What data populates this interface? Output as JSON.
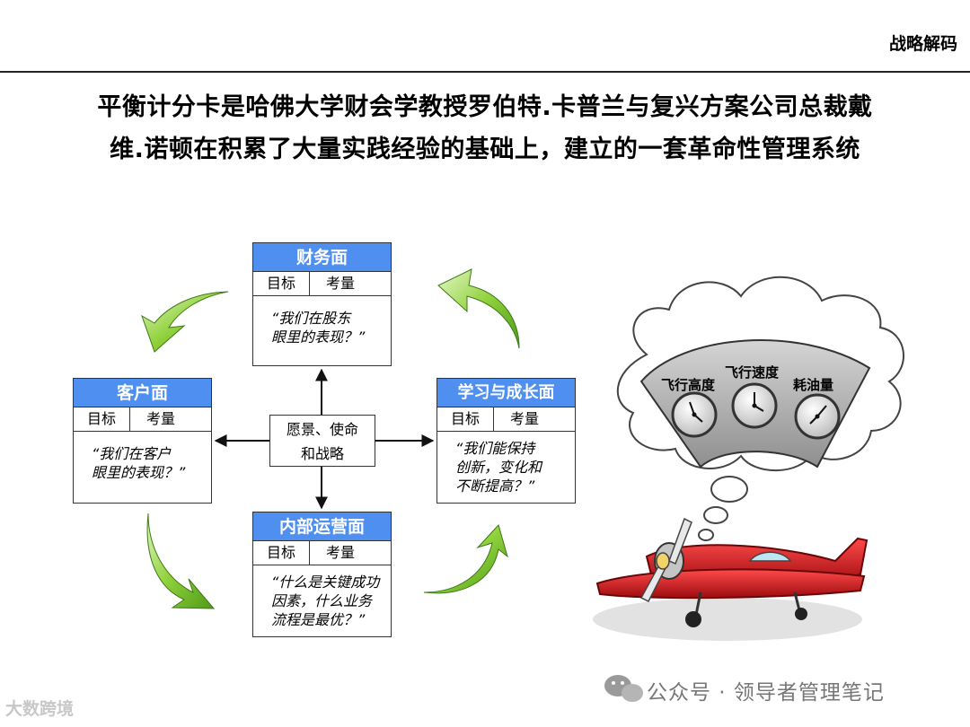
{
  "header": {
    "label": "战略解码"
  },
  "headline": {
    "line1": "平衡计分卡是哈佛大学财会学教授罗伯特.卡普兰与复兴方案公司总裁戴",
    "line2": "维.诺顿在积累了大量实践经验的基础上，建立的一套革命性管理系统"
  },
  "bsc": {
    "col1": "目标",
    "col2": "考量",
    "financial": {
      "title": "财务面",
      "question_l1": "“我们在股东",
      "question_l2": "眼里的表现？”"
    },
    "customer": {
      "title": "客户面",
      "question_l1": "“我们在客户",
      "question_l2": "眼里的表现？”"
    },
    "learning": {
      "title": "学习与成长面",
      "question_l1": "“我们能保持",
      "question_l2": "创新，变化和",
      "question_l3": "不断提高？”"
    },
    "internal": {
      "title": "内部运营面",
      "question_l1": "“什么是关键成功",
      "question_l2": "因素，什么业务",
      "question_l3": "流程是最优？”"
    },
    "center": {
      "line1": "愿景、使命",
      "line2": "和战略"
    }
  },
  "gauges": {
    "altitude": "飞行高度",
    "speed": "飞行速度",
    "fuel": "耗油量"
  },
  "footer": {
    "brand": "大数跨境",
    "wechat": "公众号 · 领导者管理笔记"
  },
  "colors": {
    "header_blue": "#4f8ff0",
    "arrow_green": "#7ac62f",
    "plane_red": "#d9161c"
  }
}
